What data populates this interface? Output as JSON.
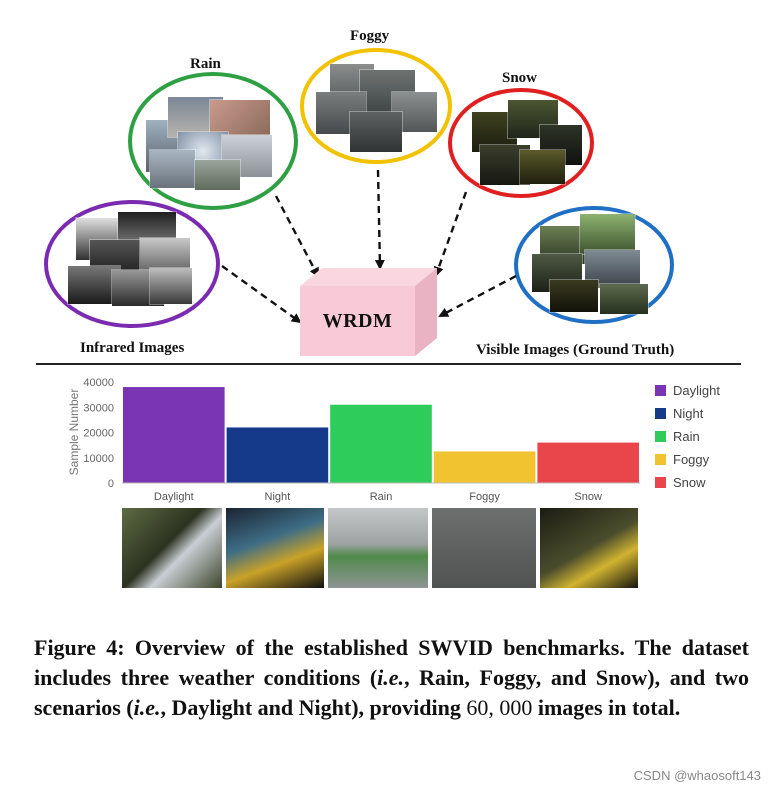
{
  "diagram": {
    "groups": [
      {
        "label": "Rain",
        "color": "#2ea043"
      },
      {
        "label": "Foggy",
        "color": "#f2c100"
      },
      {
        "label": "Snow",
        "color": "#e02020"
      },
      {
        "label": "Infrared Images",
        "color": "#7a2bb0"
      },
      {
        "label": "Visible Images (Ground Truth)",
        "color": "#1f6fc5"
      }
    ],
    "center_label": "WRDM",
    "center_color": "#f7c6d3"
  },
  "chart_data": {
    "type": "bar",
    "categories": [
      "Daylight",
      "Night",
      "Rain",
      "Foggy",
      "Snow"
    ],
    "values": [
      38000,
      22000,
      31000,
      12500,
      16000
    ],
    "colors": [
      "#7a35b5",
      "#153a8a",
      "#2ecc5a",
      "#f2c331",
      "#e8464a"
    ],
    "ylabel": "Sample Number",
    "xlabel": "",
    "title": "",
    "ylim": [
      0,
      40000
    ],
    "yticks": [
      "40000",
      "30000",
      "20000",
      "10000",
      "0"
    ],
    "legend": [
      "Daylight",
      "Night",
      "Rain",
      "Foggy",
      "Snow"
    ],
    "legend_position": "right"
  },
  "caption": {
    "p1": "Figure 4: Overview of the established SWVID benchmarks. The dataset includes three weather conditions (",
    "ie1": "i.e.",
    "p2": ", Rain, Foggy, and Snow), and two scenarios (",
    "ie2": "i.e.",
    "p3": ", Daylight and Night), providing ",
    "num": "60, 000",
    "p4": " images in total."
  },
  "watermark": "CSDN @whaosoft143"
}
